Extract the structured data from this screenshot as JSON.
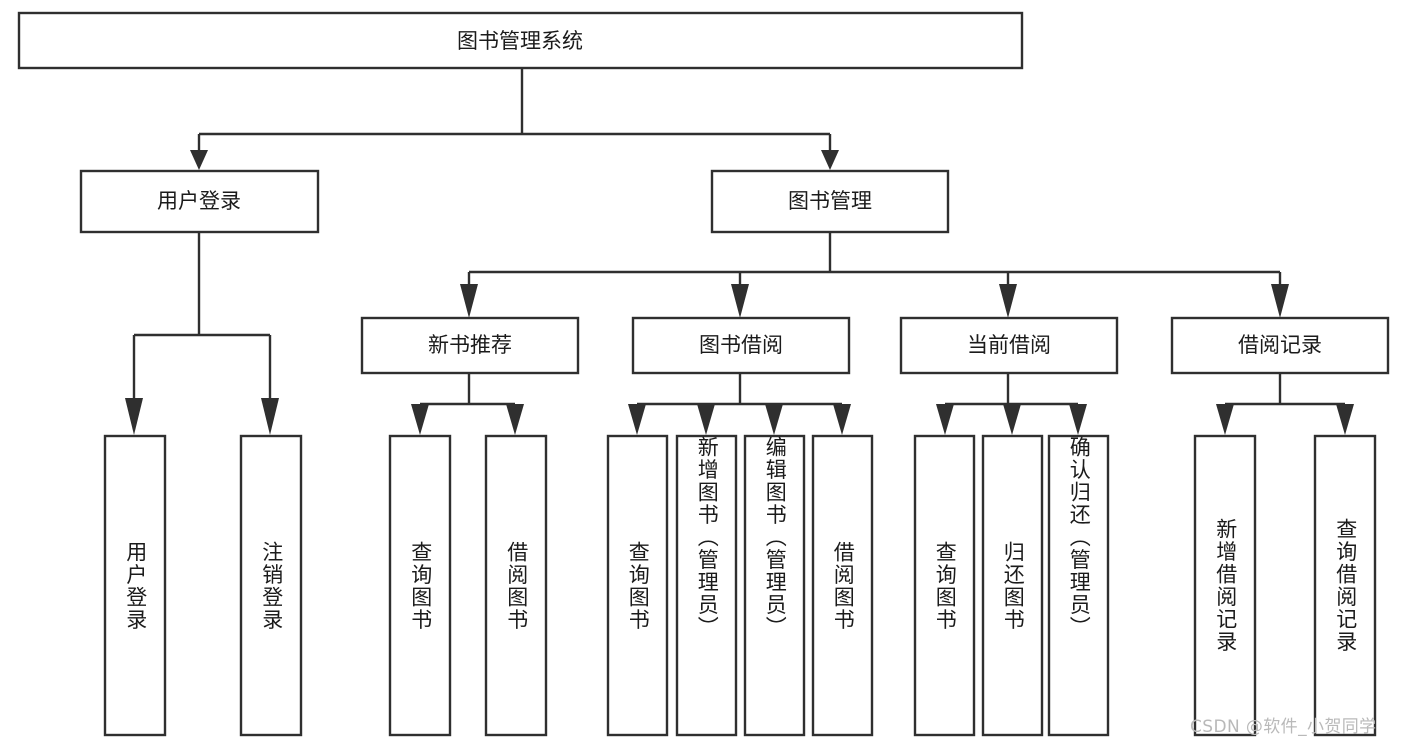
{
  "diagram": {
    "type": "tree",
    "title": "图书管理系统",
    "orientation": "top-down",
    "colors": {
      "box_stroke": "#2f2f2f",
      "box_fill": "#ffffff",
      "text": "#1b1b1b",
      "background": "#ffffff",
      "watermark": "#b9b9b9"
    },
    "root": {
      "label": "图书管理系统",
      "level": 1
    },
    "level2": [
      {
        "label": "用户登录"
      },
      {
        "label": "图书管理"
      }
    ],
    "level3": [
      {
        "label": "新书推荐"
      },
      {
        "label": "图书借阅"
      },
      {
        "label": "当前借阅"
      },
      {
        "label": "借阅记录"
      }
    ],
    "leaves": {
      "user_login": [
        {
          "label": "用户登录"
        },
        {
          "label": "注销登录"
        }
      ],
      "new_book_recommend": [
        {
          "label": "查询图书"
        },
        {
          "label": "借阅图书"
        }
      ],
      "book_borrow": [
        {
          "label": "查询图书"
        },
        {
          "label": "新增图书（管理员）"
        },
        {
          "label": "编辑图书（管理员）"
        },
        {
          "label": "借阅图书"
        }
      ],
      "current_borrow": [
        {
          "label": "查询图书"
        },
        {
          "label": "归还图书"
        },
        {
          "label": "确认归还（管理员）"
        }
      ],
      "borrow_record": [
        {
          "label": "新增借阅记录"
        },
        {
          "label": "查询借阅记录"
        }
      ]
    }
  },
  "watermark": {
    "text": "CSDN @软件_小贺同学"
  }
}
